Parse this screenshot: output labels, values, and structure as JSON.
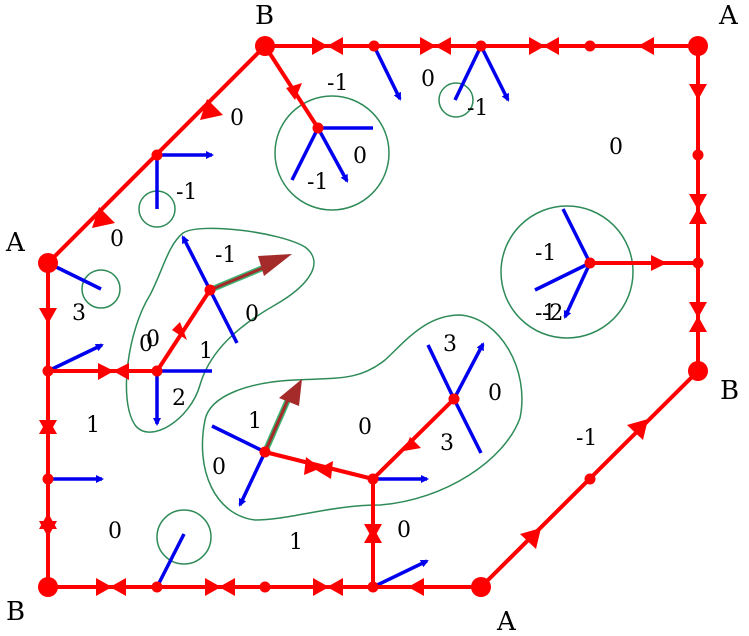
{
  "colors": {
    "edge": "#ff0000",
    "vertex": "#ff0000",
    "normal_arrow": "#0000ee",
    "region_outline": "#2e8b57",
    "highlight_arrow": "#a52a2a",
    "highlight_glow": "#3cb371",
    "text": "#000000",
    "background": "#ffffff"
  },
  "corner_labels": [
    "B",
    "A",
    "A",
    "B",
    "B",
    "A"
  ],
  "region_labels": [
    "0",
    "-1",
    "0",
    "-1",
    "0",
    "-1",
    "-1",
    "0",
    "0",
    "0",
    "-1",
    "-1",
    "0",
    "3",
    "0",
    "1",
    "2",
    "3",
    "0",
    "3",
    "1",
    "0",
    "0",
    "-1",
    "-1",
    "-2",
    "1",
    "0",
    "0",
    "1"
  ]
}
